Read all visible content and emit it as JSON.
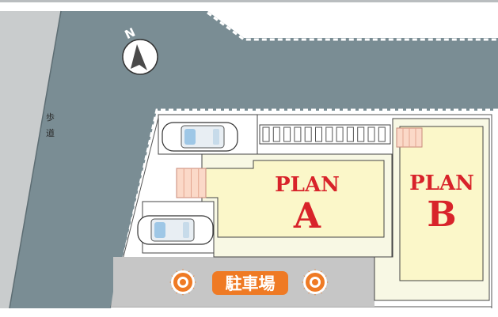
{
  "sidewalk_label": "歩道",
  "compass": {
    "letter": "N"
  },
  "parking": {
    "label": "駐車場"
  },
  "plans": [
    {
      "title": "PLAN",
      "letter": "A"
    },
    {
      "title": "PLAN",
      "letter": "B"
    }
  ],
  "colors": {
    "road": "#7a8d94",
    "sidewalk": "#c9cccd",
    "lot": "#ffffff",
    "house": "#fbf7c9",
    "garden": "#f8f8e4",
    "parking_area": "#c6c6c6",
    "parking_badge": "#ef7a24",
    "plan_text": "#d8232a",
    "deck": "#fbd9c8"
  }
}
